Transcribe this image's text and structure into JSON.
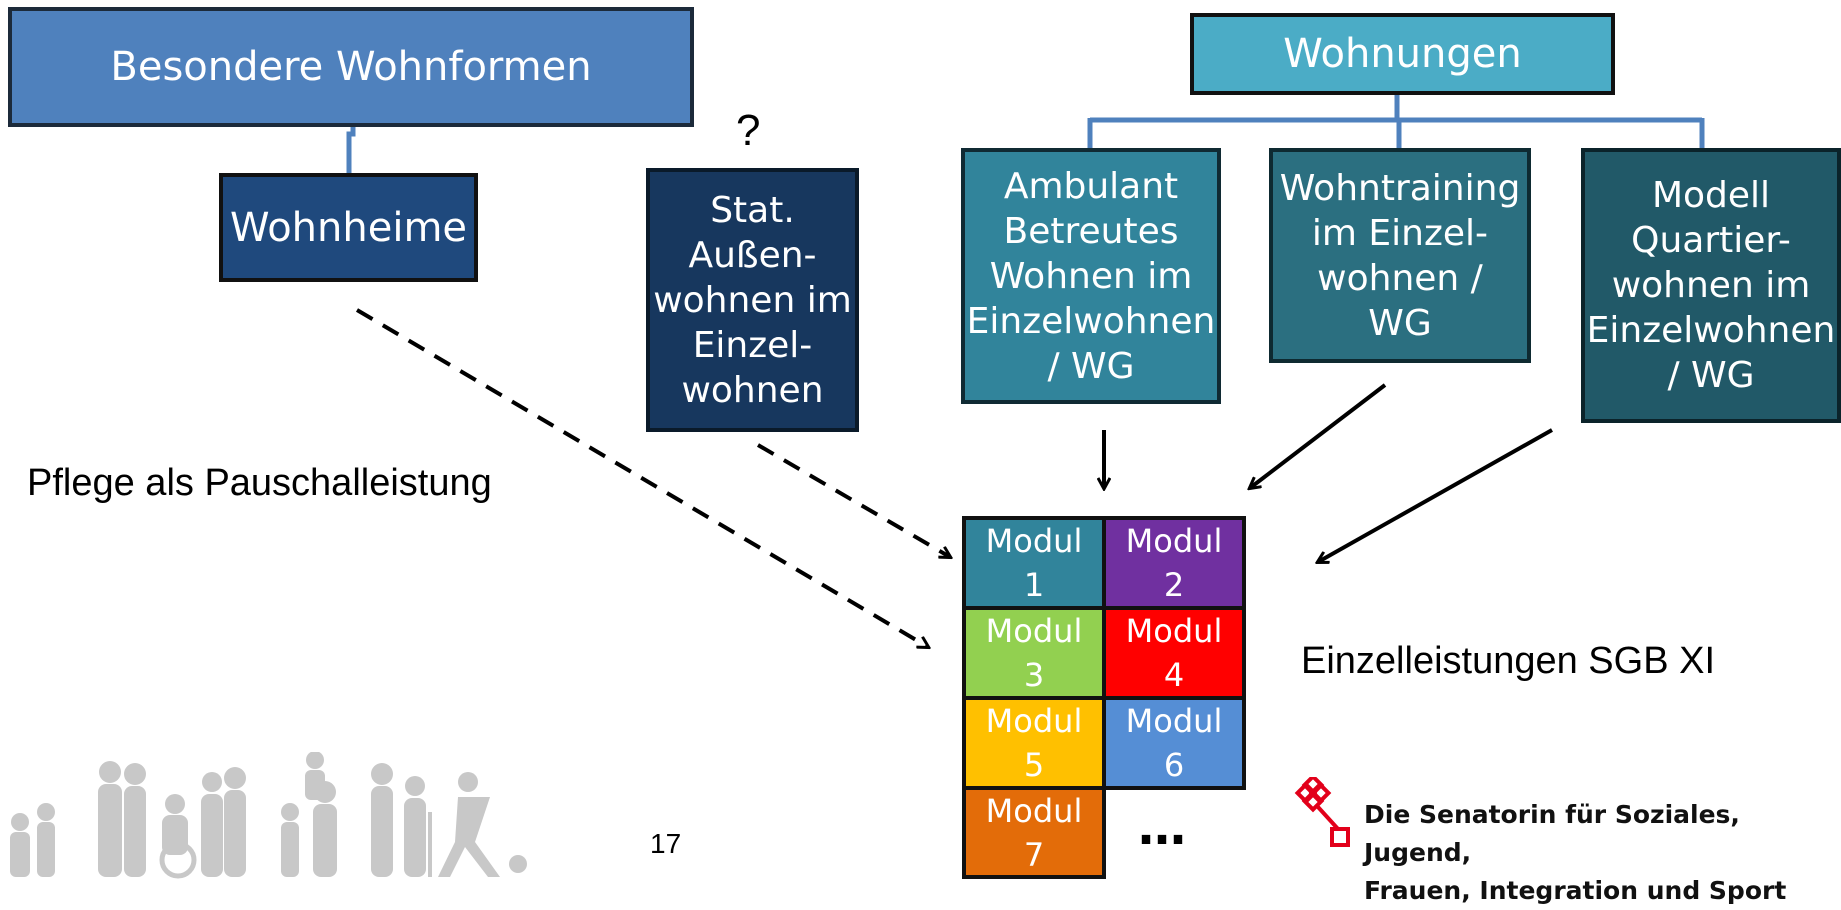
{
  "colors": {
    "besondere": "#4f81bd",
    "dark_blue": "#1f497d",
    "navy": "#17375e",
    "wohnungen": "#4bacc6",
    "teal": "#31849b",
    "dark_teal": "#215968",
    "logo_red": "#e2001a"
  },
  "boxes": {
    "besondere": "Besondere Wohnformen",
    "wohnheime": "Wohnheime",
    "stat": "Stat.\nAußen-\nwohnen im\nEinzel-\nwohnen",
    "wohnungen": "Wohnungen",
    "ambulant": "Ambulant\nBetreutes\nWohnen im\nEinzelwohnen\n/ WG",
    "wohntraining": "Wohntraining\nim Einzel-\nwohnen  /\nWG",
    "modell": "Modell\nQuartier-\nwohnen im\nEinzelwohnen\n/ WG"
  },
  "labels": {
    "question": "?",
    "pflege": "Pflege als Pauschalleistung",
    "einzel": "Einzelleistungen SGB XI",
    "page_number": "17",
    "ellipsis": "…"
  },
  "modules": [
    {
      "label": "Modul\n1",
      "color": "#31849b"
    },
    {
      "label": "Modul\n2",
      "color": "#7030a0"
    },
    {
      "label": "Modul\n3",
      "color": "#92d050"
    },
    {
      "label": "Modul\n4",
      "color": "#ff0000"
    },
    {
      "label": "Modul\n5",
      "color": "#ffc000"
    },
    {
      "label": "Modul\n6",
      "color": "#558ed5"
    },
    {
      "label": "Modul\n7",
      "color": "#e36c09"
    }
  ],
  "logo": {
    "text": "Die Senatorin für Soziales, Jugend,\nFrauen, Integration und Sport"
  },
  "icons": [
    "people-silhouettes-icon",
    "bremen-key-icon"
  ]
}
